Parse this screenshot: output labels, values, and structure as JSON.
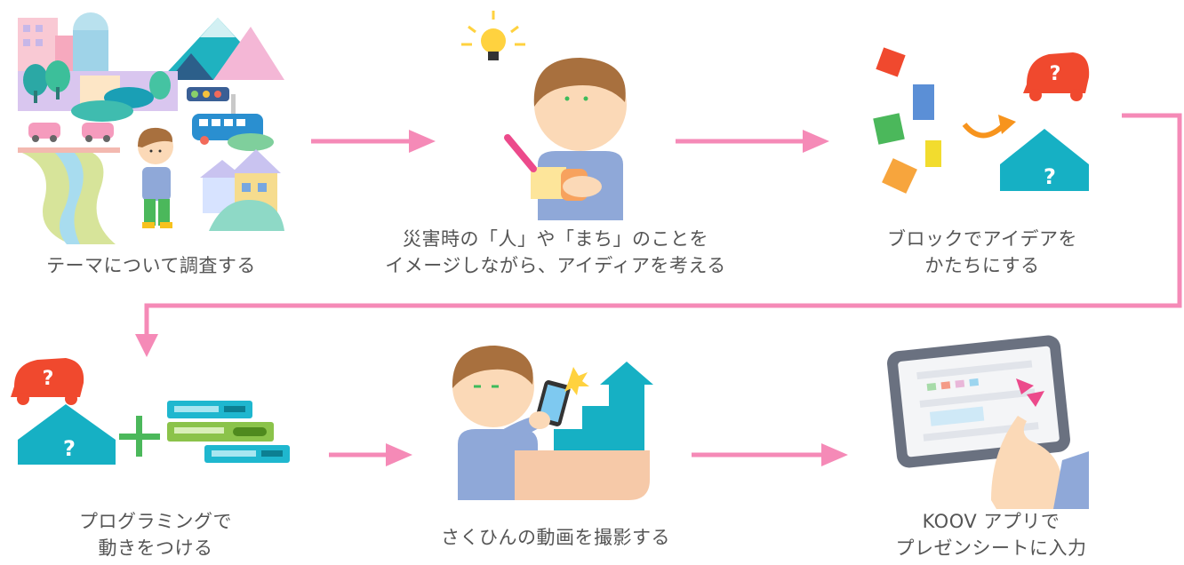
{
  "colors": {
    "arrow": "#f58ab7",
    "caption": "#555555",
    "skin": "#fbd9b7",
    "hair": "#a8703e",
    "shirt": "#8fa8d8",
    "teal": "#16b0c4",
    "red": "#f0492e",
    "green": "#4bb85b",
    "orange": "#f7941d"
  },
  "steps": [
    {
      "name": "research",
      "lines": [
        "テーマについて調査する"
      ],
      "icon": "city-research-illustration"
    },
    {
      "name": "imagine",
      "lines": [
        "災害時の「人」や「まち」のことを",
        "イメージしながら、アイディアを考える"
      ],
      "icon": "idea-lightbulb-illustration"
    },
    {
      "name": "build",
      "lines": [
        "ブロックでアイデアを",
        "かたちにする"
      ],
      "icon": "blocks-illustration"
    },
    {
      "name": "program",
      "lines": [
        "プログラミングで",
        "動きをつける"
      ],
      "icon": "code-blocks-illustration"
    },
    {
      "name": "film",
      "lines": [
        "さくひんの動画を撮影する"
      ],
      "icon": "smartphone-filming-illustration"
    },
    {
      "name": "present",
      "lines": [
        "KOOV アプリで",
        "プレゼンシートに入力"
      ],
      "icon": "tablet-app-illustration"
    }
  ]
}
